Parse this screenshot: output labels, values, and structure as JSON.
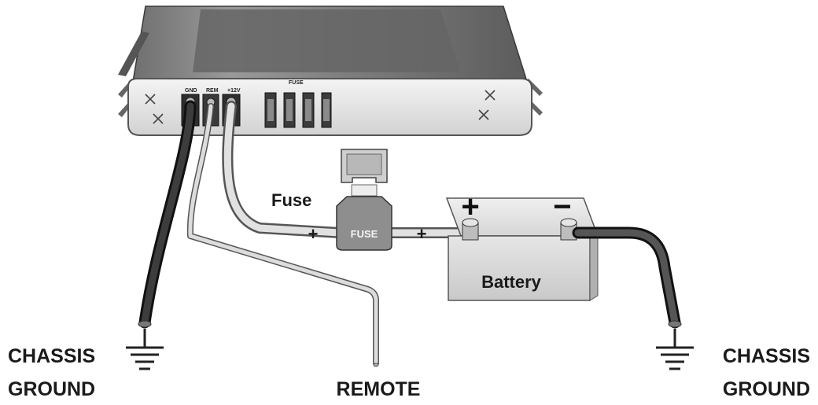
{
  "amplifier": {
    "terminal_gnd": "GND",
    "terminal_rem": "REM",
    "terminal_12v": "+12V",
    "fuse_label": "FUSE"
  },
  "inline_fuse": {
    "caption": "Fuse",
    "body_label": "FUSE",
    "plus_left": "+",
    "plus_right": "+"
  },
  "battery": {
    "label": "Battery",
    "positive_symbol": "+",
    "negative_symbol": "−"
  },
  "labels": {
    "chassis_left_line1": "CHASSIS",
    "chassis_left_line2": "GROUND",
    "remote": "REMOTE",
    "chassis_right_line1": "CHASSIS",
    "chassis_right_line2": "GROUND"
  },
  "icons": [
    "ground-symbol-icon",
    "close-x-icon"
  ]
}
